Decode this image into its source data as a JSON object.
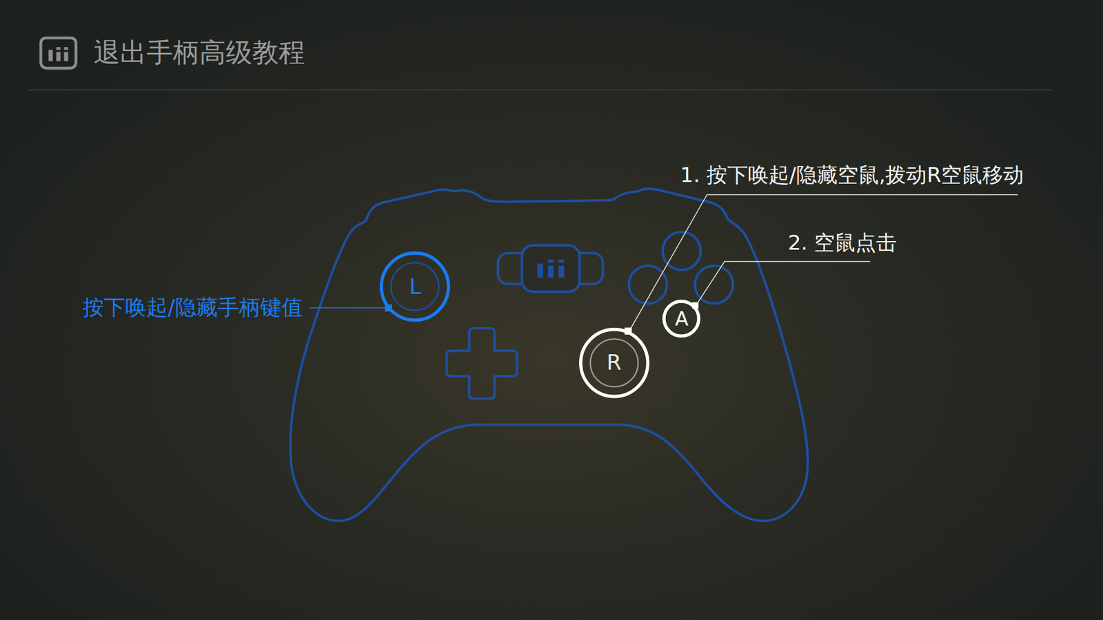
{
  "diagram": {
    "title": "退出手柄高级教程",
    "nodes": [
      {
        "text": [
          "L"
        ]
      },
      {
        "text": [
          "A"
        ]
      },
      {
        "text": [
          "R"
        ]
      }
    ],
    "labels": [
      "1. 按下唤起/隐藏空鼠,拨动R空鼠移动",
      "2. 空鼠点击",
      "按下唤起/隐藏手柄键值"
    ]
  }
}
